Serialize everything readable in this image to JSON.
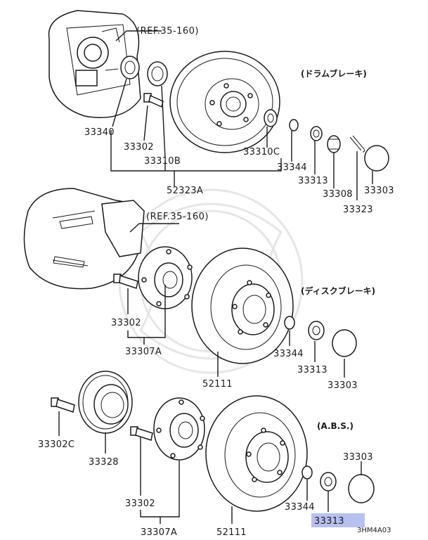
{
  "diagram": {
    "ref_top": "(REF.35-160)",
    "ref_middle": "(REF.35-160)",
    "section_drum": "(ドラムブレーキ)",
    "section_disc": "(ディスクブレーキ)",
    "section_abs": "(A.B.S.)",
    "highlight_color": "#b8c0f0",
    "parts": {
      "p33340": "33340",
      "p33302_top": "33302",
      "p33310B": "33310B",
      "p52323A": "52323A",
      "p33310C": "33310C",
      "p33344_top": "33344",
      "p33313_top": "33313",
      "p33308": "33308",
      "p33303_top": "33303",
      "p33323": "33323",
      "p33302_mid": "33302",
      "p33307A_mid": "33307A",
      "p52111_mid": "52111",
      "p33344_mid": "33344",
      "p33313_mid": "33313",
      "p33303_mid": "33303",
      "p33302C": "33302C",
      "p33328": "33328",
      "p33302_bot": "33302",
      "p33307A_bot": "33307A",
      "p52111_bot": "52111",
      "p33344_bot": "33344",
      "p33303_bot": "33303",
      "p33313_bot": "33313"
    },
    "drawing_code": "3HM4A03"
  }
}
